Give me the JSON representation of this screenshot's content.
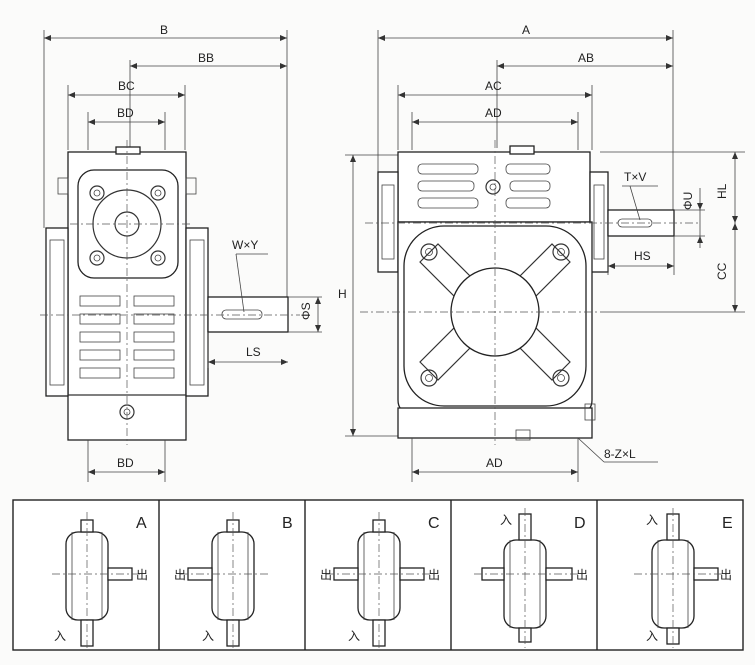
{
  "side_view": {
    "dims": {
      "B": "B",
      "BB": "BB",
      "BC": "BC",
      "BD_top": "BD",
      "BD_bottom": "BD",
      "WY": "W×Y",
      "S": "ΦS",
      "LS": "LS"
    }
  },
  "front_view": {
    "dims": {
      "A": "A",
      "AB": "AB",
      "AC": "AC",
      "AD_top": "AD",
      "AD_bottom": "AD",
      "H": "H",
      "TV": "T×V",
      "U": "ΦU",
      "HL": "HL",
      "HS": "HS",
      "CC": "CC",
      "ZL": "8-Z×L"
    }
  },
  "configurations": [
    {
      "letter": "A",
      "in_label": "入",
      "out_label": "出"
    },
    {
      "letter": "B",
      "in_label": "入",
      "out_label": "出"
    },
    {
      "letter": "C",
      "in_label": "入",
      "out_label_left": "出",
      "out_label_right": "出"
    },
    {
      "letter": "D",
      "in_label": "入",
      "out_label": "出"
    },
    {
      "letter": "E",
      "in_label_top": "入",
      "in_label_bottom": "入",
      "out_label": "出"
    }
  ]
}
